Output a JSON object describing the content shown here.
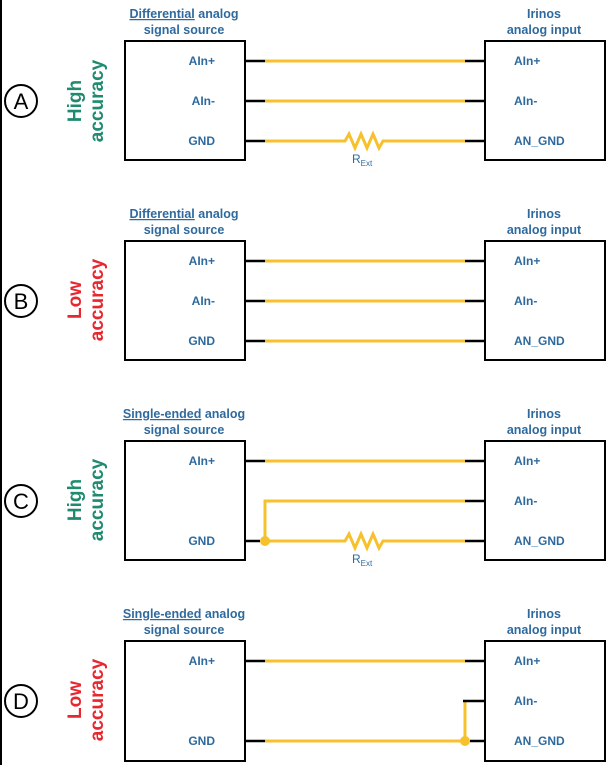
{
  "colors": {
    "high": "#1f8a70",
    "low": "#e8262e",
    "wire": "#f6c12c",
    "label": "#2e6a9e"
  },
  "panels": [
    {
      "letter": "A",
      "acc1": "High",
      "acc2": "accuracy",
      "acc_level": "high",
      "src_type": "Differential",
      "src_rest": " analog",
      "src_line2": "signal source",
      "dst_line1": "Irinos",
      "dst_line2": "analog input",
      "src_pins": [
        "AIn+",
        "AIn-",
        "GND"
      ],
      "dst_pins": [
        "AIn+",
        "AIn-",
        "AN_GND"
      ],
      "rext_main": "R",
      "rext_sub": "Ext"
    },
    {
      "letter": "B",
      "acc1": "Low",
      "acc2": "accuracy",
      "acc_level": "low",
      "src_type": "Differential",
      "src_rest": " analog",
      "src_line2": "signal source",
      "dst_line1": "Irinos",
      "dst_line2": "analog input",
      "src_pins": [
        "AIn+",
        "AIn-",
        "GND"
      ],
      "dst_pins": [
        "AIn+",
        "AIn-",
        "AN_GND"
      ]
    },
    {
      "letter": "C",
      "acc1": "High",
      "acc2": "accuracy",
      "acc_level": "high",
      "src_type": "Single-ended",
      "src_rest": " analog",
      "src_line2": "signal source",
      "dst_line1": "Irinos",
      "dst_line2": "analog input",
      "src_pins": [
        "AIn+",
        "GND"
      ],
      "dst_pins": [
        "AIn+",
        "AIn-",
        "AN_GND"
      ],
      "rext_main": "R",
      "rext_sub": "Ext"
    },
    {
      "letter": "D",
      "acc1": "Low",
      "acc2": "accuracy",
      "acc_level": "low",
      "src_type": "Single-ended",
      "src_rest": " analog",
      "src_line2": "signal source",
      "dst_line1": "Irinos",
      "dst_line2": "analog input",
      "src_pins": [
        "AIn+",
        "GND"
      ],
      "dst_pins": [
        "AIn+",
        "AIn-",
        "AN_GND"
      ]
    }
  ]
}
